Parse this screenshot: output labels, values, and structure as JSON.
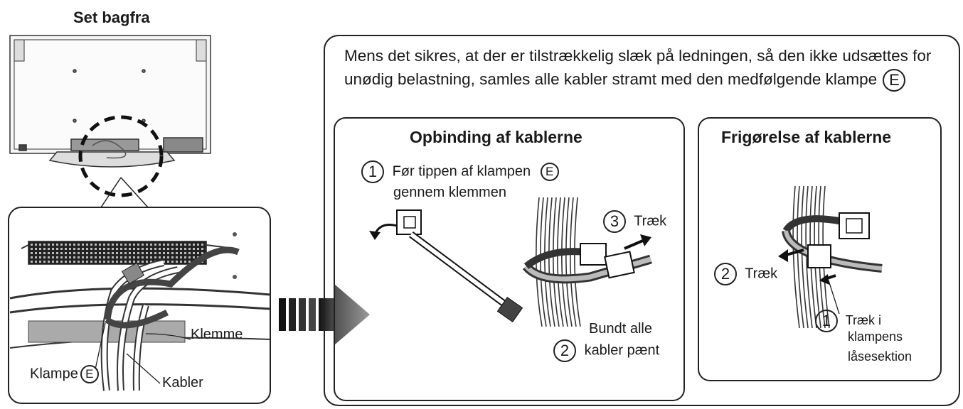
{
  "back_view": {
    "title": "Set bagfra"
  },
  "detail": {
    "klemme": "Klemme",
    "klampe": "Klampe",
    "klampe_mark": "E",
    "kabler": "Kabler"
  },
  "intro": {
    "text": "Mens det sikres, at der er tilstrækkelig slæk på ledningen, så den ikke udsættes for unødig belastning, samles alle kabler stramt med den medfølgende klampe",
    "mark": "E"
  },
  "binding": {
    "title": "Opbinding af kablerne",
    "step1_num": "1",
    "step1_line1": "Før tippen af klampen",
    "step1_mark": "E",
    "step1_line2": "gennem klemmen",
    "step3_num": "3",
    "step3_text": "Træk",
    "step2_num": "2",
    "step2_line1": "Bundt alle",
    "step2_line2": "kabler pænt"
  },
  "release": {
    "title": "Frigørelse af kablerne",
    "step2_num": "2",
    "step2_text": "Træk",
    "step1_num": "1",
    "step1_line1": "Træk i",
    "step1_line2": "klampens",
    "step1_line3": "låsesektion"
  }
}
